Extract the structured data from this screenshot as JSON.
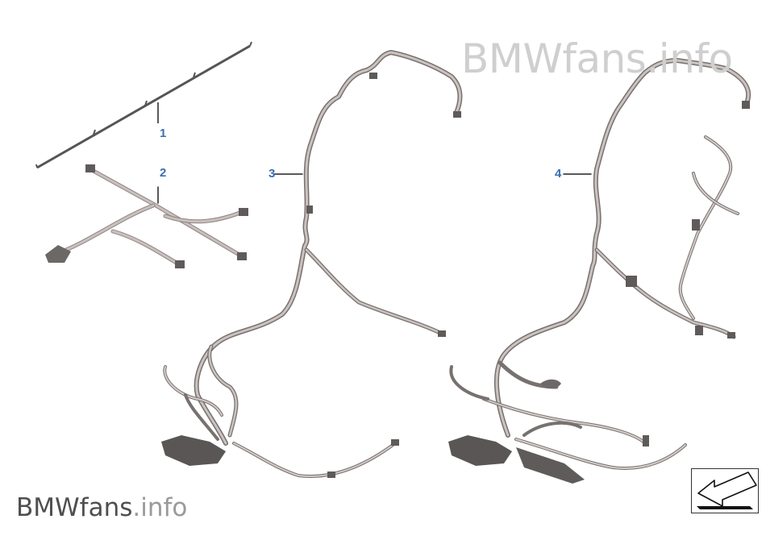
{
  "watermark": {
    "top": "BMWfans.info",
    "bottom_brand": "BMWfans",
    "bottom_suffix": ".info"
  },
  "callouts": [
    "1",
    "2",
    "3",
    "4"
  ],
  "nav_icon": "return-arrow-icon",
  "colors": {
    "callout": "#3a6fb0",
    "cable": "#b8aeab",
    "cable_dark": "#6f6a68",
    "connector": "#5e5b5a"
  }
}
